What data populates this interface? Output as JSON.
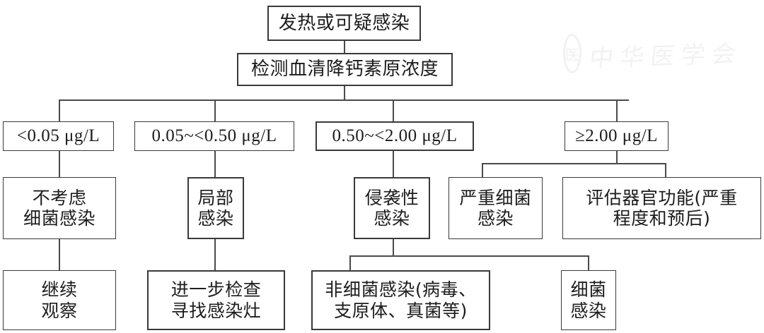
{
  "figure": {
    "type": "flowchart",
    "title_node": "发热或可疑感染",
    "language": "zh-CN",
    "colors": {
      "background": "#ffffff",
      "box_border": "#3a3a3a",
      "connector": "#4a4a4a",
      "text": "#1c1c1c",
      "watermark": "#f2f2f2"
    }
  },
  "watermark": {
    "seal_glyph": "医",
    "text": "中华医学会"
  },
  "nodes": {
    "start": {
      "label": "发热或可疑感染"
    },
    "test": {
      "label": "检测血清降钙素原浓度"
    },
    "threshold_1": {
      "label": "<0.05 μg/L"
    },
    "threshold_2": {
      "label": "0.05~<0.50 μg/L"
    },
    "threshold_3": {
      "label": "0.50~<2.00 μg/L"
    },
    "threshold_4": {
      "label": "≥2.00 μg/L"
    },
    "result_no_bacterial": {
      "label": "不考虑\n细菌感染"
    },
    "result_local": {
      "label": "局部\n感染"
    },
    "result_invasive": {
      "label": "侵袭性\n感染"
    },
    "result_severe_bacterial": {
      "label": "严重细菌\n感染"
    },
    "result_organ_eval": {
      "label": "评估器官功能(严重\n程度和预后)"
    },
    "action_observe": {
      "label": "继续\n观察"
    },
    "action_further_exam": {
      "label": "进一步检查\n寻找感染灶"
    },
    "outcome_non_bacterial": {
      "label": "非细菌感染(病毒、\n支原体、真菌等)"
    },
    "outcome_bacterial": {
      "label": "细菌\n感染"
    }
  },
  "edges": [
    {
      "from": "start",
      "to": "test"
    },
    {
      "from": "test",
      "to": "threshold_1"
    },
    {
      "from": "test",
      "to": "threshold_2"
    },
    {
      "from": "test",
      "to": "threshold_3"
    },
    {
      "from": "test",
      "to": "threshold_4"
    },
    {
      "from": "threshold_1",
      "to": "result_no_bacterial"
    },
    {
      "from": "threshold_2",
      "to": "result_local"
    },
    {
      "from": "threshold_3",
      "to": "result_invasive"
    },
    {
      "from": "threshold_4",
      "to": "result_severe_bacterial"
    },
    {
      "from": "threshold_4",
      "to": "result_organ_eval"
    },
    {
      "from": "result_no_bacterial",
      "to": "action_observe"
    },
    {
      "from": "result_local",
      "to": "action_further_exam"
    },
    {
      "from": "result_invasive",
      "to": "outcome_non_bacterial"
    },
    {
      "from": "result_invasive",
      "to": "outcome_bacterial"
    }
  ]
}
